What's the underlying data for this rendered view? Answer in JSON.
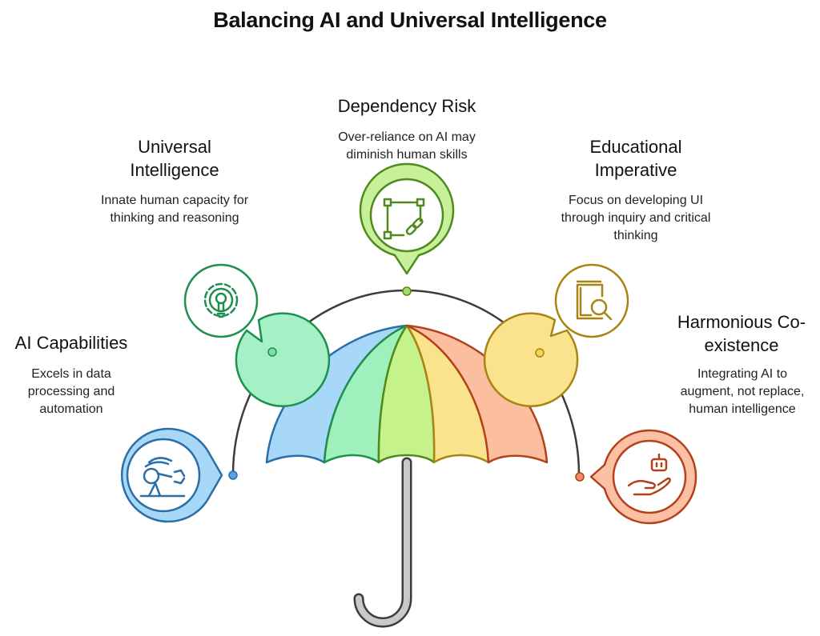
{
  "title": "Balancing AI and Universal Intelligence",
  "items": [
    {
      "heading": "AI Capabilities",
      "description": "Excels in data processing and automation",
      "icon": "robot-arm-icon",
      "colors": {
        "fill": "#a8d8f8",
        "stroke": "#2b6ea8",
        "dot": "#5aa0e0"
      }
    },
    {
      "heading": "Universal Intelligence",
      "description": "Innate human capacity for thinking and reasoning",
      "icon": "gear-lightbulb-icon",
      "colors": {
        "fill": "#a6f0c6",
        "stroke": "#1f8f4e",
        "dot": "#7ee0a6"
      }
    },
    {
      "heading": "Dependency Risk",
      "description": "Over-reliance on AI may diminish human skills",
      "icon": "linked-nodes-icon",
      "colors": {
        "fill": "#c8f09a",
        "stroke": "#4f8a1c",
        "dot": "#a6dd6a"
      }
    },
    {
      "heading": "Educational Imperative",
      "description": "Focus on developing UI through inquiry and critical thinking",
      "icon": "book-search-icon",
      "colors": {
        "fill": "#fbe38e",
        "stroke": "#a88512",
        "dot": "#f3d45a"
      }
    },
    {
      "heading": "Harmonious Co-existence",
      "description": "Integrating AI to augment, not replace, human intelligence",
      "icon": "robot-hand-icon",
      "colors": {
        "fill": "#fcc0a4",
        "stroke": "#b4411c",
        "dot": "#f78a66"
      }
    }
  ],
  "umbrella_colors": [
    "#a8d8f8",
    "#9ff0bd",
    "#c5f28a",
    "#fbe38e",
    "#fbbfa0"
  ],
  "umbrella_strokes": [
    "#2b6ea8",
    "#1f8f4e",
    "#4f8a1c",
    "#a88512",
    "#b4411c"
  ]
}
